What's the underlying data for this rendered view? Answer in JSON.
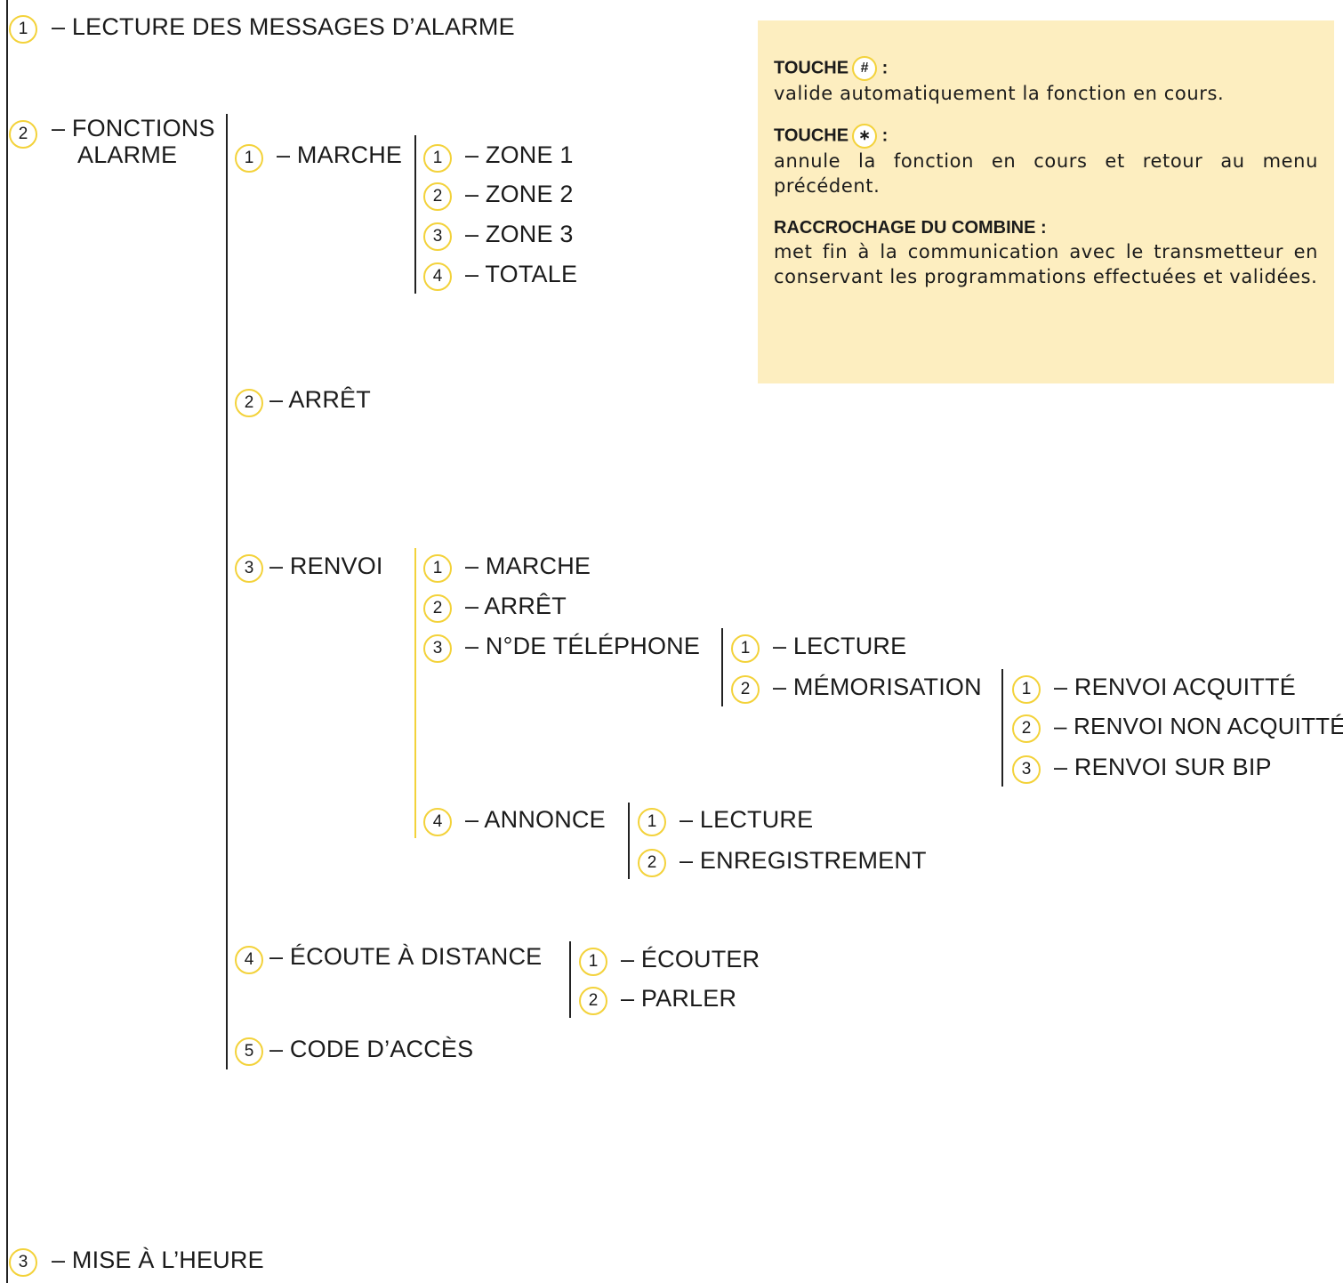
{
  "info": {
    "touche1_label": "TOUCHE",
    "touche1_key": "#",
    "touche1_colon": ":",
    "touche1_text": "valide automatiquement la fonction en cours.",
    "touche2_label": "TOUCHE",
    "touche2_key": "∗",
    "touche2_colon": ":",
    "touche2_text": "annule la fonction en cours et retour au menu précédent.",
    "raccrochage_label": "RACCROCHAGE DU COMBINE :",
    "raccrochage_text": "met fin à la communication avec le transmetteur en conservant les programmations effectuées et validées."
  },
  "menu": {
    "m1": {
      "num": "1",
      "label": "– LECTURE DES MESSAGES D’ALARME"
    },
    "m2": {
      "num": "2",
      "label_line1": "– FONCTIONS",
      "label_line2": "ALARME"
    },
    "m3": {
      "num": "3",
      "label": "– MISE À L’HEURE"
    },
    "marche": {
      "num": "1",
      "label": "– MARCHE",
      "zones": [
        {
          "num": "1",
          "label": "– ZONE 1"
        },
        {
          "num": "2",
          "label": "– ZONE 2"
        },
        {
          "num": "3",
          "label": "– ZONE 3"
        },
        {
          "num": "4",
          "label": "– TOTALE"
        }
      ]
    },
    "arret": {
      "num": "2",
      "label": "– ARRÊT"
    },
    "renvoi": {
      "num": "3",
      "label": "– RENVOI",
      "items": [
        {
          "num": "1",
          "label": "– MARCHE"
        },
        {
          "num": "2",
          "label": "– ARRÊT"
        },
        {
          "num": "3",
          "label": "– N°DE TÉLÉPHONE"
        },
        {
          "num": "4",
          "label": "– ANNONCE"
        }
      ],
      "telephone": [
        {
          "num": "1",
          "label": "– LECTURE"
        },
        {
          "num": "2",
          "label": "– MÉMORISATION"
        }
      ],
      "memorisation": [
        {
          "num": "1",
          "label": "– RENVOI ACQUITTÉ"
        },
        {
          "num": "2",
          "label": "– RENVOI NON ACQUITTÉ"
        },
        {
          "num": "3",
          "label": "– RENVOI SUR BIP"
        }
      ],
      "annonce": [
        {
          "num": "1",
          "label": "– LECTURE"
        },
        {
          "num": "2",
          "label": "– ENREGISTREMENT"
        }
      ]
    },
    "ecoute": {
      "num": "4",
      "label": "– ÉCOUTE À DISTANCE",
      "items": [
        {
          "num": "1",
          "label": "– ÉCOUTER"
        },
        {
          "num": "2",
          "label": "– PARLER"
        }
      ]
    },
    "code": {
      "num": "5",
      "label": "– CODE D’ACCÈS"
    }
  }
}
